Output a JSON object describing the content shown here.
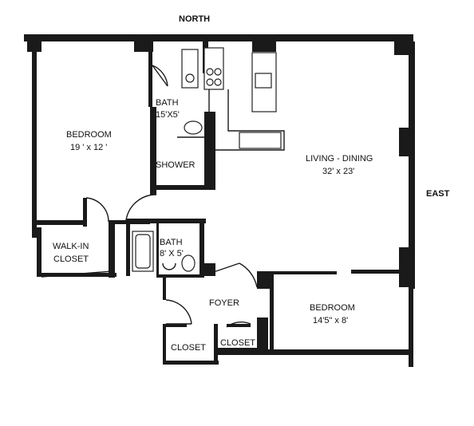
{
  "compass": {
    "north": "NORTH",
    "east": "EAST"
  },
  "rooms": {
    "bedroom1": {
      "name": "BEDROOM",
      "size": "19 ' x 12 '"
    },
    "bath1": {
      "name": "BATH",
      "size": "15'X5'"
    },
    "shower": {
      "name": "SHOWER"
    },
    "living": {
      "name": "LIVING - DINING",
      "size": "32' x 23'"
    },
    "walkin": {
      "line1": "WALK-IN",
      "line2": "CLOSET"
    },
    "bath2": {
      "name": "BATH",
      "size": "8' X 5'"
    },
    "foyer": {
      "name": "FOYER"
    },
    "bedroom2": {
      "name": "BEDROOM",
      "size": "14'5\" x 8'"
    },
    "closet1": {
      "name": "CLOSET"
    },
    "closet2": {
      "name": "CLOSET"
    }
  }
}
